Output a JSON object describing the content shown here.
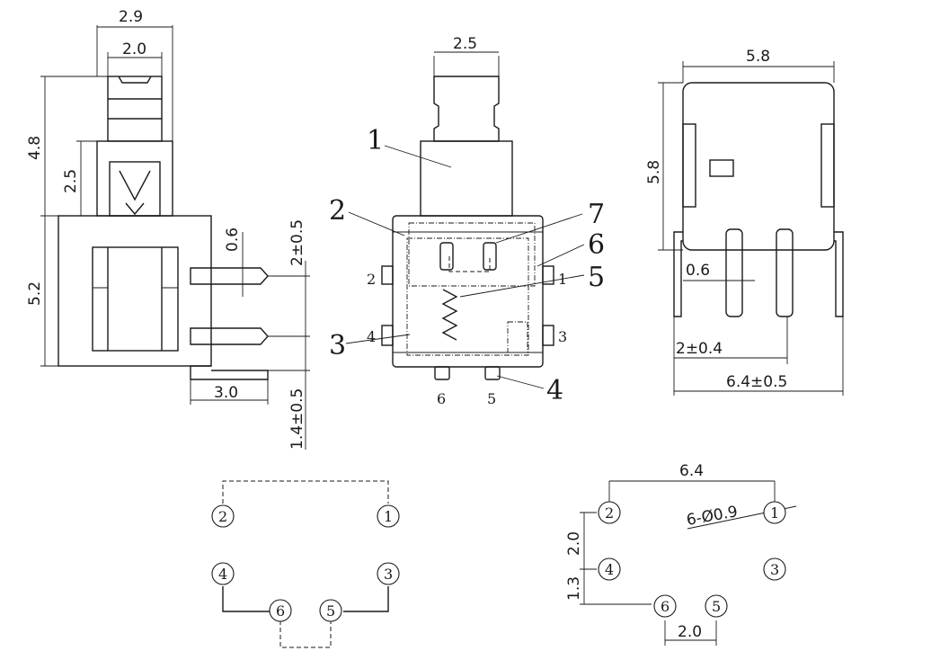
{
  "side_view": {
    "dims": {
      "top_width": "2.9",
      "inner_width": "2.0",
      "total_height": "4.8",
      "stem_height": "2.5",
      "body_height": "5.2",
      "pin_thickness": "0.6",
      "pin_offset": "2±0.5",
      "pin_length": "3.0",
      "pin_bottom": "1.4±0.5"
    }
  },
  "front_view": {
    "dims": {
      "button_width": "2.5"
    },
    "callouts": [
      "1",
      "2",
      "3",
      "4",
      "5",
      "6",
      "7"
    ],
    "pins": [
      "1",
      "2",
      "3",
      "4",
      "5",
      "6"
    ]
  },
  "top_view": {
    "dims": {
      "width": "5.8",
      "height": "5.8",
      "pin_thickness": "0.6",
      "pin_pitch": "2±0.4",
      "pin_span": "6.4±0.5"
    }
  },
  "schematic": {
    "pins": [
      "1",
      "2",
      "3",
      "4",
      "5",
      "6"
    ]
  },
  "footprint": {
    "pads": [
      "1",
      "2",
      "3",
      "4",
      "5",
      "6"
    ],
    "dims": {
      "width": "6.4",
      "hole_spec": "6-Ø0.9",
      "row_pitch": "2.0",
      "row_offset": "1.3",
      "bottom_pitch": "2.0"
    }
  }
}
